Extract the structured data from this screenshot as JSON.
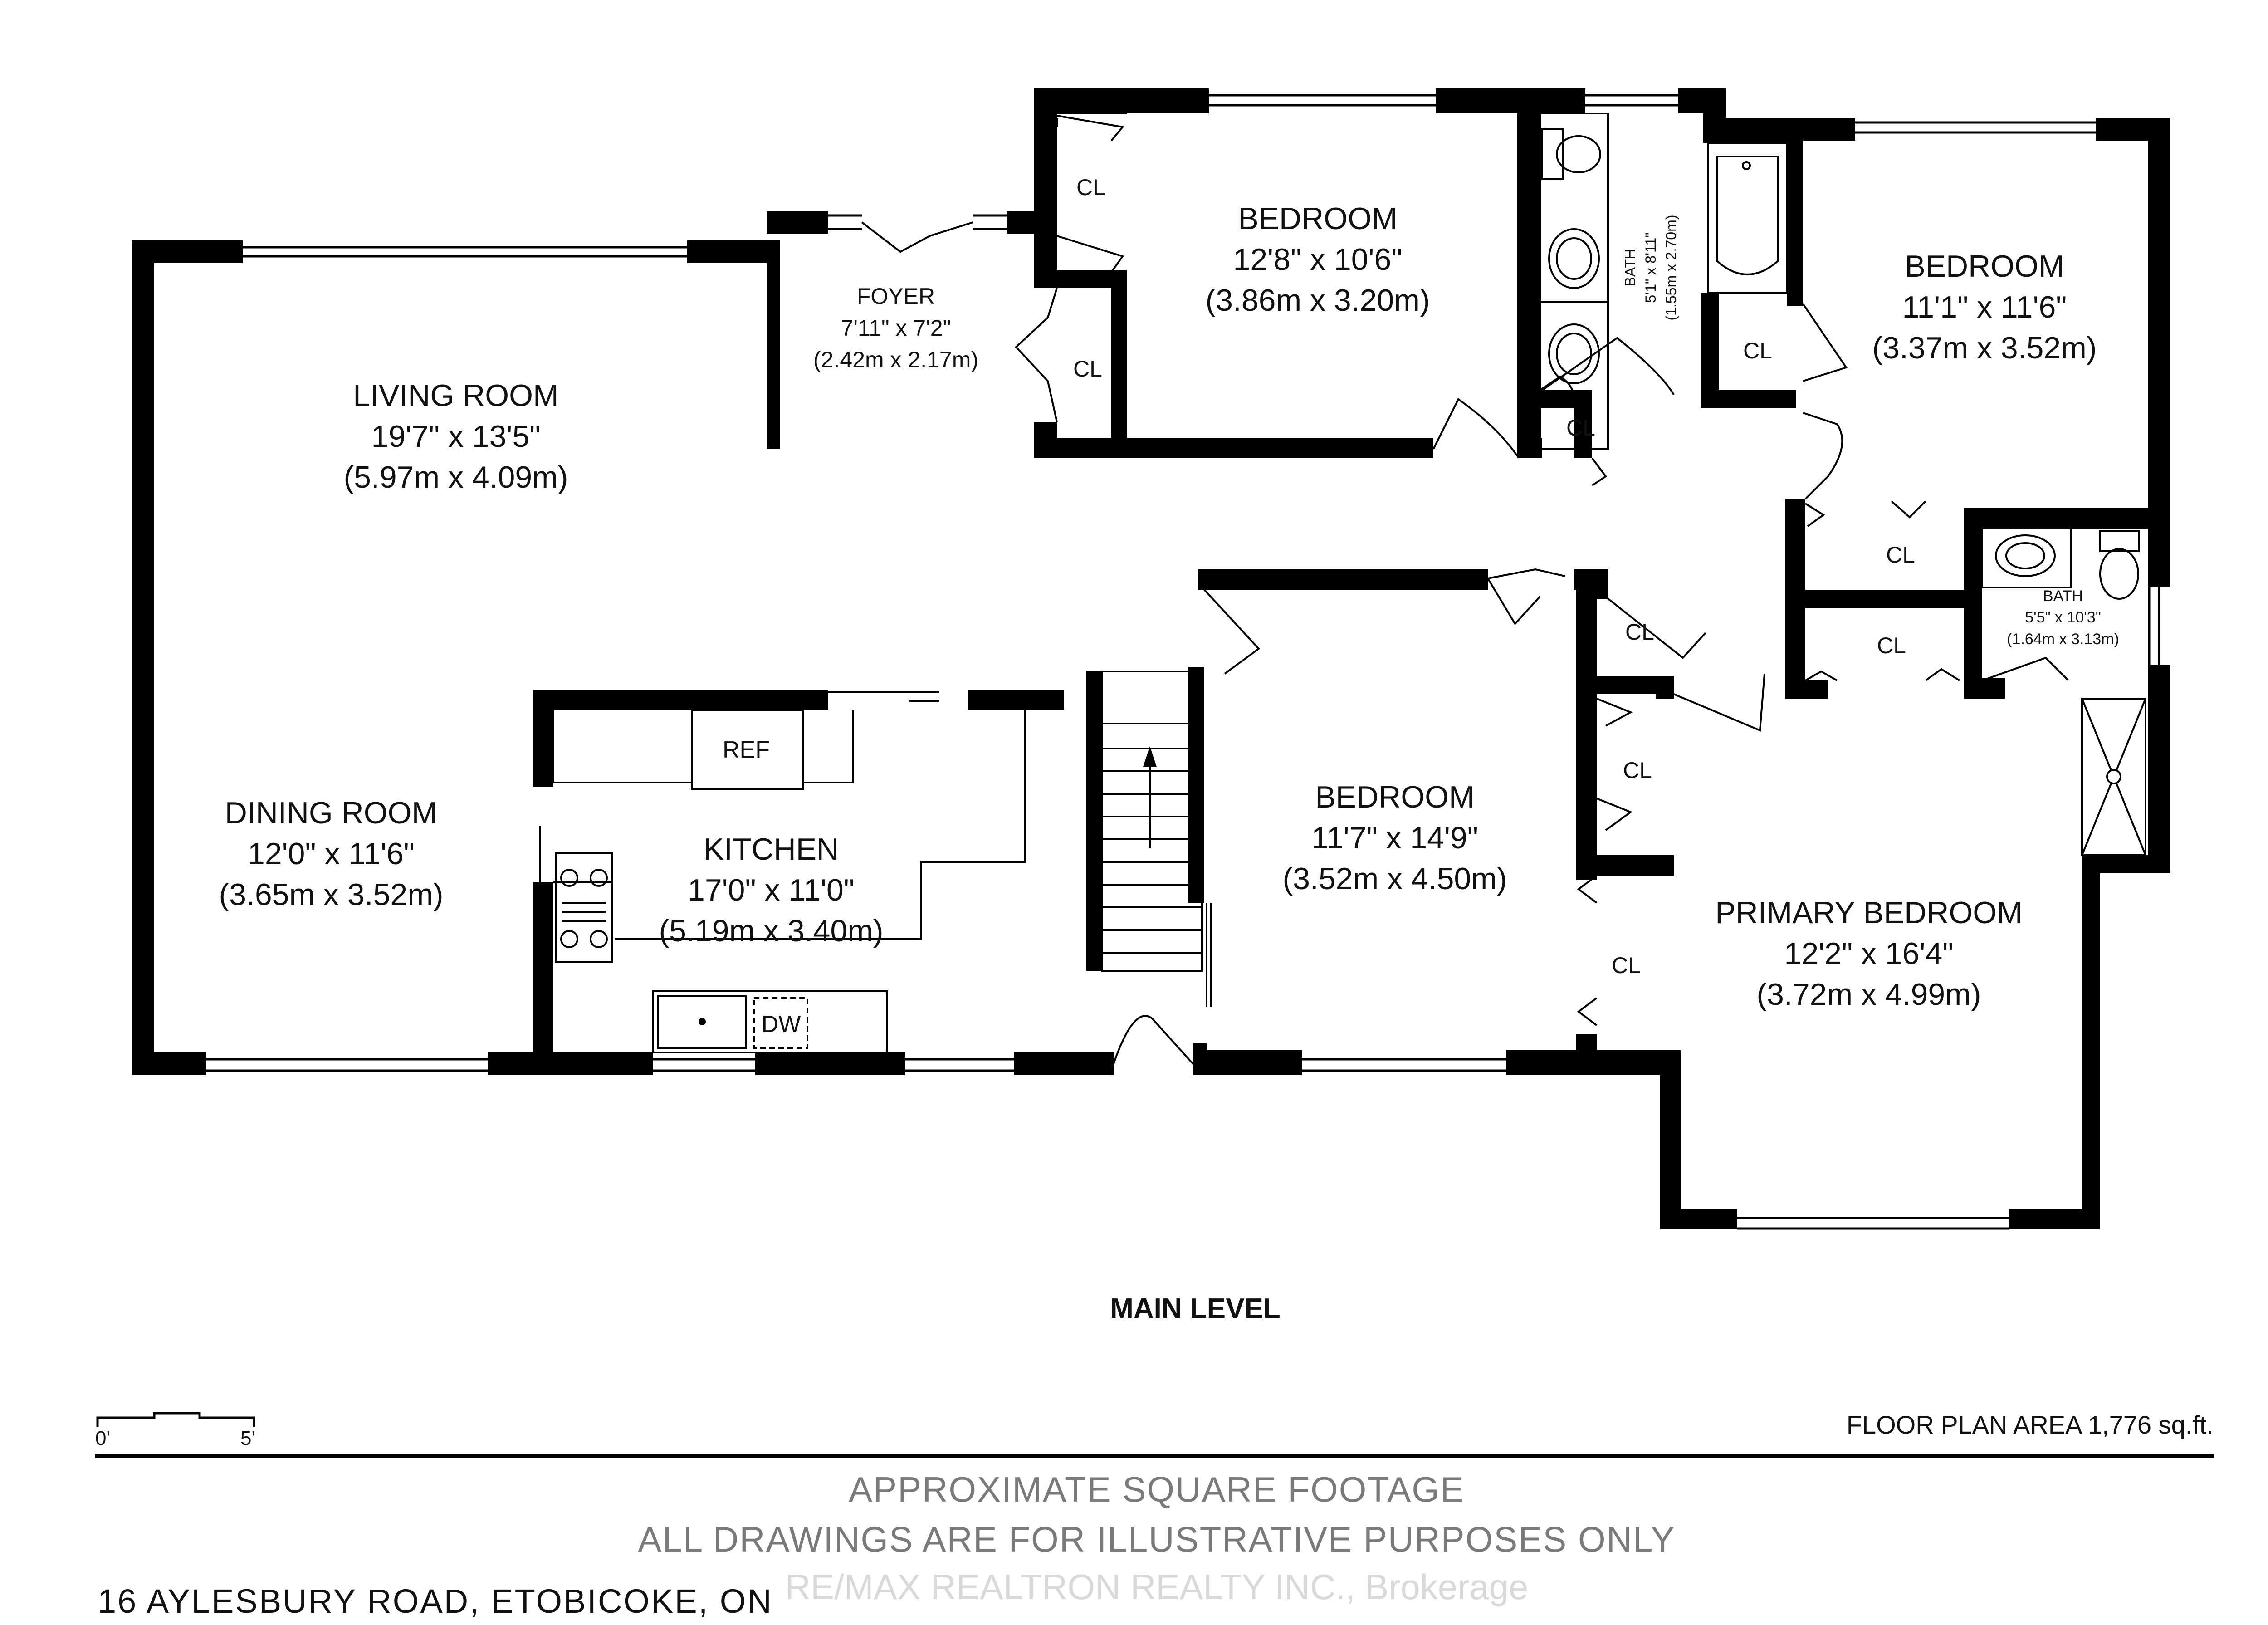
{
  "plan": {
    "level_title": "MAIN LEVEL",
    "area_text": "FLOOR PLAN AREA 1,776 sq.ft.",
    "scale_start": "0'",
    "scale_end": "5'",
    "disclaimer_1": "APPROXIMATE SQUARE FOOTAGE",
    "disclaimer_2": "ALL DRAWINGS ARE FOR ILLUSTRATIVE PURPOSES ONLY",
    "address": "16 AYLESBURY ROAD, ETOBICOKE, ON",
    "watermark": "RE/MAX REALTRON REALTY INC., Brokerage",
    "wall_color": "#000000"
  },
  "rooms": {
    "living": {
      "name": "LIVING ROOM",
      "size_imperial": "19'7\" x 13'5\"",
      "size_metric": "(5.97m x 4.09m)"
    },
    "dining": {
      "name": "DINING ROOM",
      "size_imperial": "12'0\" x 11'6\"",
      "size_metric": "(3.65m x 3.52m)"
    },
    "kitchen": {
      "name": "KITCHEN",
      "size_imperial": "17'0\" x 11'0\"",
      "size_metric": "(5.19m x 3.40m)"
    },
    "foyer": {
      "name": "FOYER",
      "size_imperial": "7'11\" x 7'2\"",
      "size_metric": "(2.42m x 2.17m)"
    },
    "bedroom_top": {
      "name": "BEDROOM",
      "size_imperial": "12'8\" x 10'6\"",
      "size_metric": "(3.86m x 3.20m)"
    },
    "bath_top": {
      "name": "BATH",
      "size_imperial": "5'1\" x 8'11\"",
      "size_metric": "(1.55m x 2.70m)"
    },
    "bedroom_right": {
      "name": "BEDROOM",
      "size_imperial": "11'1\" x 11'6\"",
      "size_metric": "(3.37m x 3.52m)"
    },
    "bedroom_center": {
      "name": "BEDROOM",
      "size_imperial": "11'7\" x 14'9\"",
      "size_metric": "(3.52m x 4.50m)"
    },
    "primary": {
      "name": "PRIMARY BEDROOM",
      "size_imperial": "12'2\" x 16'4\"",
      "size_metric": "(3.72m x 4.99m)"
    },
    "bath_ensuite": {
      "name": "BATH",
      "size_imperial": "5'5\" x 10'3\"",
      "size_metric": "(1.64m x 3.13m)"
    }
  },
  "fixtures": {
    "ref": "REF",
    "dw": "DW",
    "closet": "CL"
  }
}
